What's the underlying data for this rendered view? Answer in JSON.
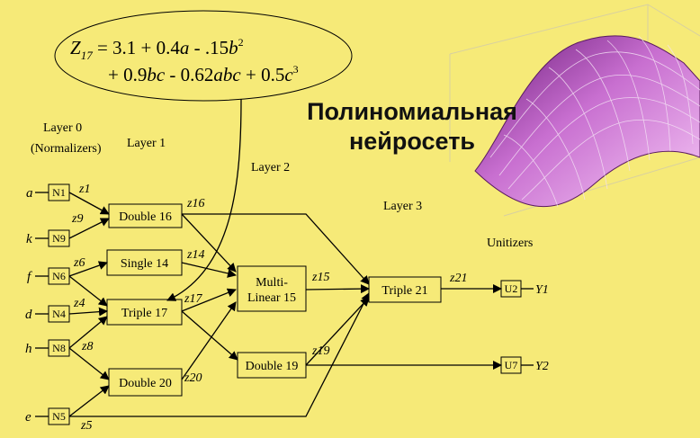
{
  "title": {
    "line1": "Полиномиальная",
    "line2": "нейросеть"
  },
  "formula": {
    "line1": {
      "lhs": "Z",
      "sub": "17",
      "eq": " = 3.1 + 0.4",
      "a": "a",
      "mid": " - .15",
      "b": "b",
      "pow": "2"
    },
    "line2": {
      "t1": "+ 0.9",
      "bc": "bc",
      "t2": " - 0.62",
      "abc": "abc",
      "t3": " + 0.5",
      "c": "c",
      "pow": "3"
    }
  },
  "layers": {
    "layer0": "Layer 0",
    "layer0_sub": "(Normalizers)",
    "layer1": "Layer 1",
    "layer2": "Layer 2",
    "layer3": "Layer 3",
    "unitizers": "Unitizers"
  },
  "inputs": {
    "a": {
      "var": "a",
      "node": "N1"
    },
    "k": {
      "var": "k",
      "node": "N9"
    },
    "f": {
      "var": "f",
      "node": "N6"
    },
    "d": {
      "var": "d",
      "node": "N4"
    },
    "h": {
      "var": "h",
      "node": "N8"
    },
    "e": {
      "var": "e",
      "node": "N5"
    }
  },
  "nodes": {
    "double16": "Double 16",
    "single14": "Single 14",
    "triple17": "Triple 17",
    "double20": "Double 20",
    "multilinear_l1": "Multi-",
    "multilinear_l2": "Linear 15",
    "double19": "Double 19",
    "triple21": "Triple 21",
    "u2": "U2",
    "u7": "U7"
  },
  "signals": {
    "z1": "z1",
    "z9": "z9",
    "z6": "z6",
    "z4": "z4",
    "z8": "z8",
    "z5": "z5",
    "z16": "z16",
    "z14": "z14",
    "z17": "z17",
    "z20": "z20",
    "z15": "z15",
    "z19": "z19",
    "z21": "z21"
  },
  "outputs": {
    "y1": "Y1",
    "y2": "Y2"
  },
  "colors": {
    "background": "#f6ea78",
    "title": "#111111",
    "surface": "#c86fd0",
    "lines": "#000000"
  }
}
